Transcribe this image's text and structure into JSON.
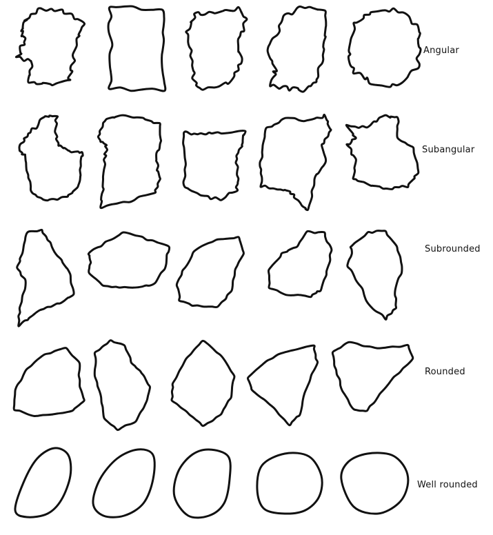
{
  "rows": [
    {
      "label": "Angular",
      "category": "angular"
    },
    {
      "label": "Subangular",
      "category": "subangular"
    },
    {
      "label": "Subrounded",
      "category": "subrounded"
    },
    {
      "label": "Rounded",
      "category": "rounded"
    },
    {
      "label": "Well rounded",
      "category": "well-rounded"
    }
  ],
  "ink_color": "#111111",
  "background_color": "#ffffff"
}
